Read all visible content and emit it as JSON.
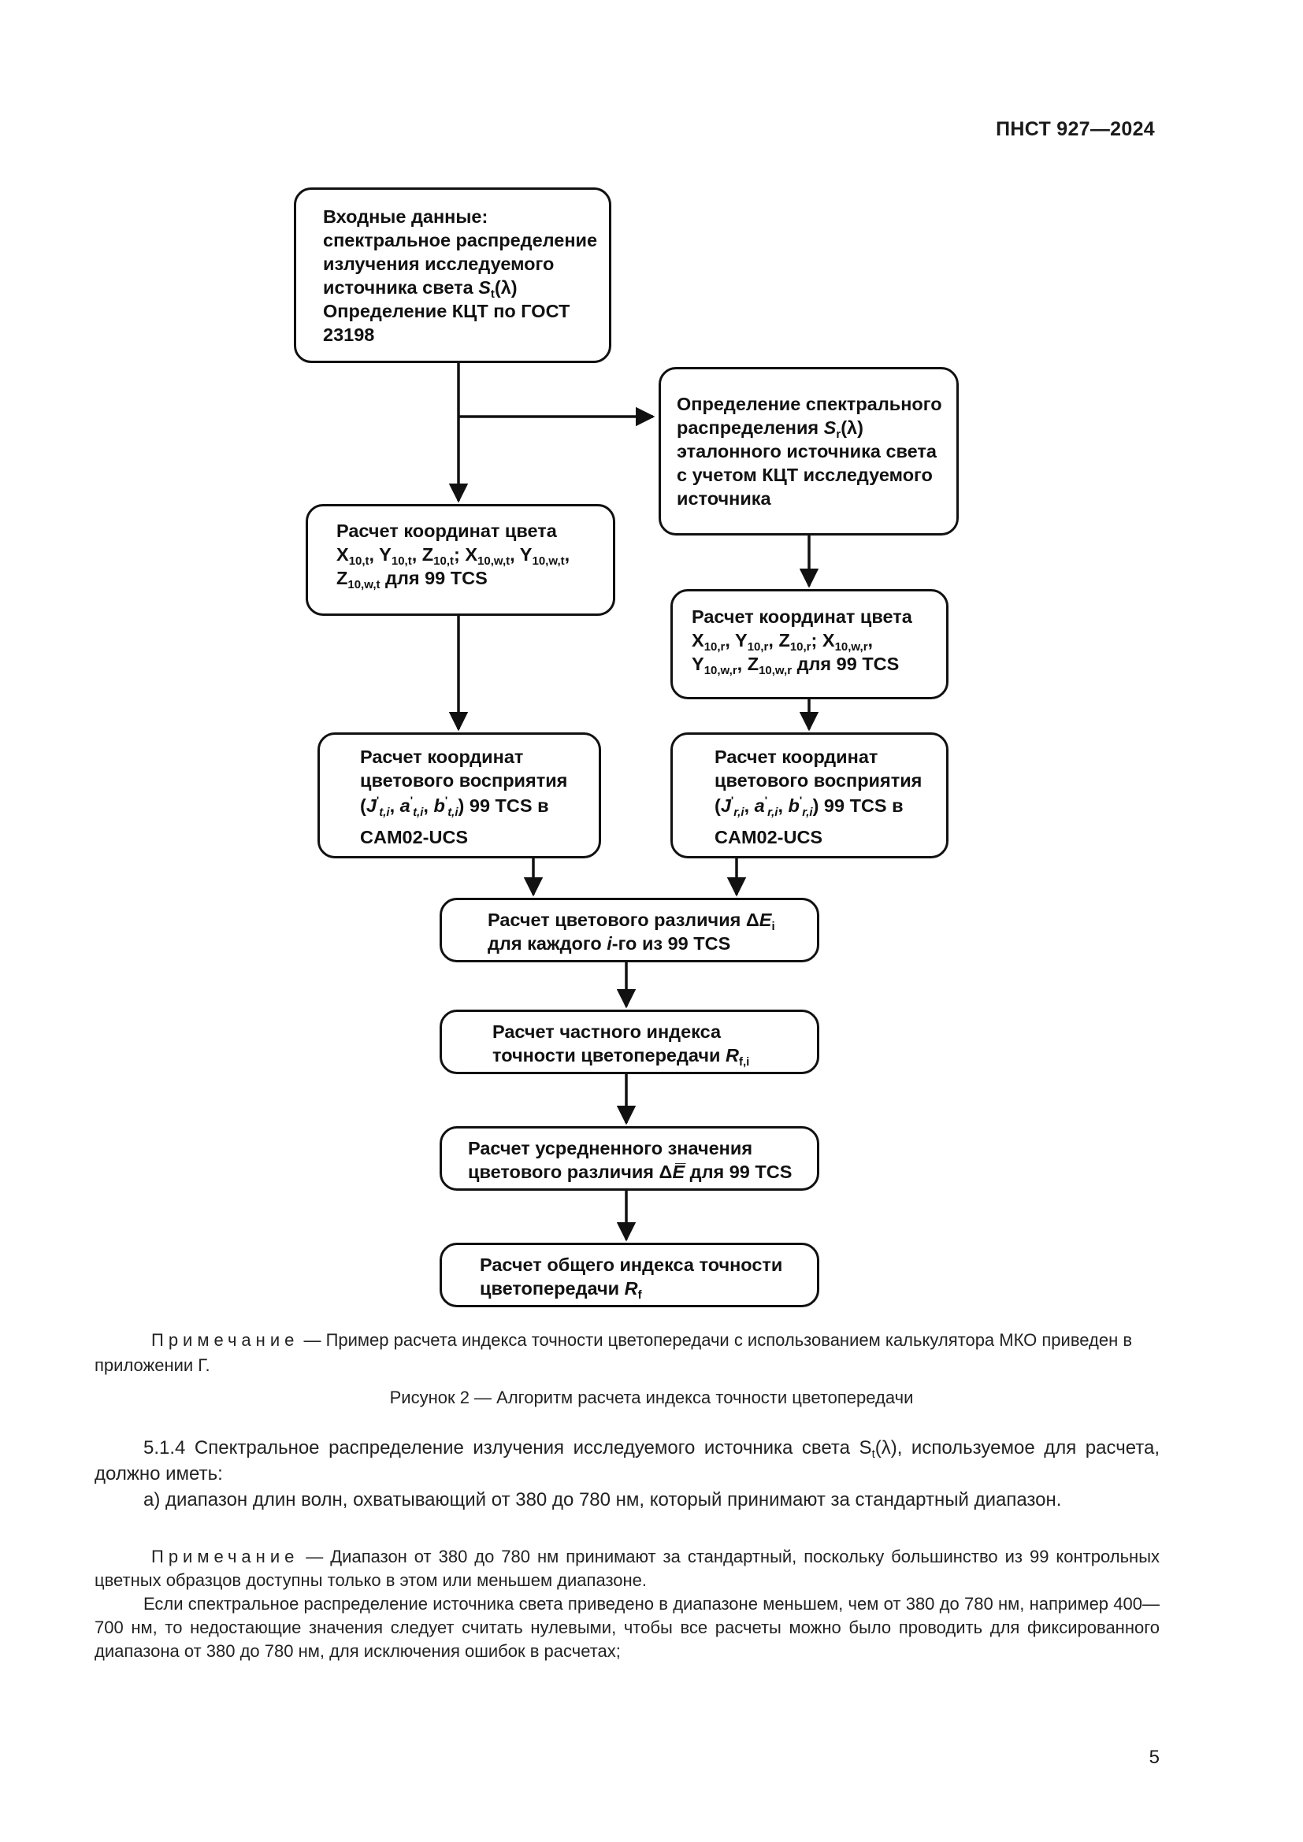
{
  "header": {
    "doc_id": "ПНСТ 927—2024"
  },
  "flowchart": {
    "input": {
      "line1": "Входные данные:",
      "line2": "спектральное распределение",
      "line3": "излучения исследуемого",
      "line4_pre": "источника света ",
      "line4_sym": "S",
      "line4_sub": "t",
      "line4_post": "(λ)",
      "line5": "Определение КЦТ по ГОСТ",
      "line6": "23198"
    },
    "ref_spectrum": {
      "line1": "Определение спектрального",
      "line2_pre": "распределения ",
      "line2_sym": "S",
      "line2_sub": "r",
      "line2_post": "(λ)",
      "line3": "эталонного источника света",
      "line4": "с учетом КЦТ исследуемого",
      "line5": "источника"
    },
    "coords_t": {
      "line1": "Расчет координат цвета",
      "line2": "X10,t, Y10,t, Z10,t; X10,w,t, Y10,w,t,",
      "line3": "Z10,w,t для 99 TCS"
    },
    "coords_r": {
      "line1": "Расчет координат цвета",
      "line2": "X10,r, Y10,r, Z10,r; X10,w,r,",
      "line3": "Y10,w,r, Z10,w,r для 99 TCS"
    },
    "perception_t": {
      "line1": "Расчет координат",
      "line2": "цветового восприятия",
      "line3": "(J't,i, a't,i, b't,i) 99 TCS в",
      "line4": "CAM02-UCS"
    },
    "perception_r": {
      "line1": "Расчет координат",
      "line2": "цветового восприятия",
      "line3": "(J'r,i, a'r,i, b'r,i) 99 TCS в",
      "line4": "CAM02-UCS"
    },
    "delta_e": {
      "line1_pre": "Расчет цветового различия Δ",
      "line1_sym": "E",
      "line1_sub": "i",
      "line2_pre": "для каждого ",
      "line2_sym": "i",
      "line2_post": "-го из 99 TCS"
    },
    "partial_index": {
      "line1": "Расчет частного индекса",
      "line2_pre": "точности цветопередачи ",
      "line2_sym": "R",
      "line2_sub": "f,i"
    },
    "mean_delta": {
      "line1": "Расчет усредненного значения",
      "line2_pre": "цветового различия Δ",
      "line2_sym": "E̅",
      "line2_post": " для 99 TCS"
    },
    "general_index": {
      "line1": "Расчет общего индекса точности",
      "line2_pre": "цветопередачи ",
      "line2_sym": "R",
      "line2_sub": "f"
    }
  },
  "note1": {
    "label": "Примечание",
    "text": " — Пример расчета индекса точности цветопередачи с использованием калькулятора МКО приведен в приложении Г."
  },
  "figure_caption": "Рисунок 2 — Алгоритм расчета индекса точности цветопередачи",
  "section": {
    "p1_pre": "5.1.4 Спектральное распределение излучения исследуемого источника света S",
    "p1_sub": "t",
    "p1_post": "(λ), используемое для расчета, должно иметь:",
    "p2": "а) диапазон длин волн, охватывающий от 380 до 780 нм, который принимают за стандартный диапазон.",
    "note2_label": "Примечание",
    "note2_text": " — Диапазон от 380 до 780 нм принимают за стандартный, поскольку большинство из 99 контрольных цветных образцов доступны только в этом или меньшем диапазоне.",
    "p3": "Если спектральное распределение источника света приведено в диапазоне меньшем, чем от 380 до 780 нм, например 400—700 нм, то недостающие значения следует считать нулевыми, чтобы все расчеты можно было проводить для фиксированного диапазона от 380 до 780 нм, для исключения ошибок в расчетах;"
  },
  "page_number": "5"
}
